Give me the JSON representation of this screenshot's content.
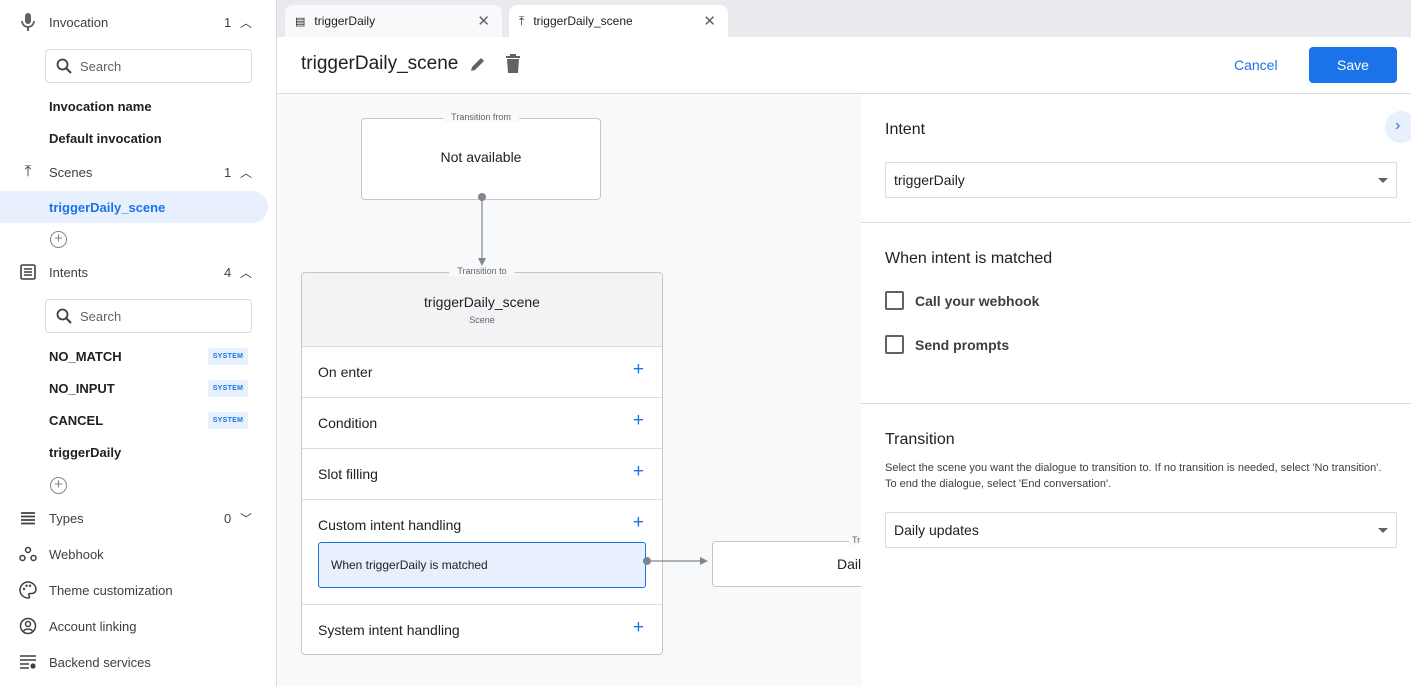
{
  "sidebar": {
    "invocation": {
      "label": "Invocation",
      "count": "1",
      "search_placeholder": "Search",
      "items": [
        "Invocation name",
        "Default invocation"
      ]
    },
    "scenes": {
      "label": "Scenes",
      "count": "1",
      "items": [
        "triggerDaily_scene"
      ]
    },
    "intents": {
      "label": "Intents",
      "count": "4",
      "search_placeholder": "Search",
      "items": [
        {
          "name": "NO_MATCH",
          "badge": "SYSTEM"
        },
        {
          "name": "NO_INPUT",
          "badge": "SYSTEM"
        },
        {
          "name": "CANCEL",
          "badge": "SYSTEM"
        },
        {
          "name": "triggerDaily"
        }
      ]
    },
    "types": {
      "label": "Types",
      "count": "0"
    },
    "webhook": "Webhook",
    "theme": "Theme customization",
    "account": "Account linking",
    "backend": "Backend services"
  },
  "tabs": [
    {
      "label": "triggerDaily",
      "icon": "intent-icon"
    },
    {
      "label": "triggerDaily_scene",
      "icon": "scene-icon",
      "active": true
    }
  ],
  "header": {
    "title": "triggerDaily_scene",
    "cancel": "Cancel",
    "save": "Save"
  },
  "canvas": {
    "from": {
      "legend": "Transition from",
      "text": "Not available"
    },
    "scene": {
      "legend": "Transition to",
      "name": "triggerDaily_scene",
      "sub": "Scene",
      "rows": [
        "On enter",
        "Condition",
        "Slot filling",
        "Custom intent handling",
        "System intent handling"
      ],
      "handler": "When triggerDaily is matched"
    },
    "target": {
      "legend": "Tr",
      "text": "Dail"
    }
  },
  "panel": {
    "intent_label": "Intent",
    "intent_value": "triggerDaily",
    "matched_label": "When intent is matched",
    "webhook": "Call your webhook",
    "prompts": "Send prompts",
    "transition_label": "Transition",
    "transition_desc": "Select the scene you want the dialogue to transition to. If no transition is needed, select 'No transition'. To end the dialogue, select 'End conversation'.",
    "transition_value": "Daily updates"
  },
  "colors": {
    "accent": "#1a73e8",
    "selected_bg": "#e8f0fe"
  }
}
